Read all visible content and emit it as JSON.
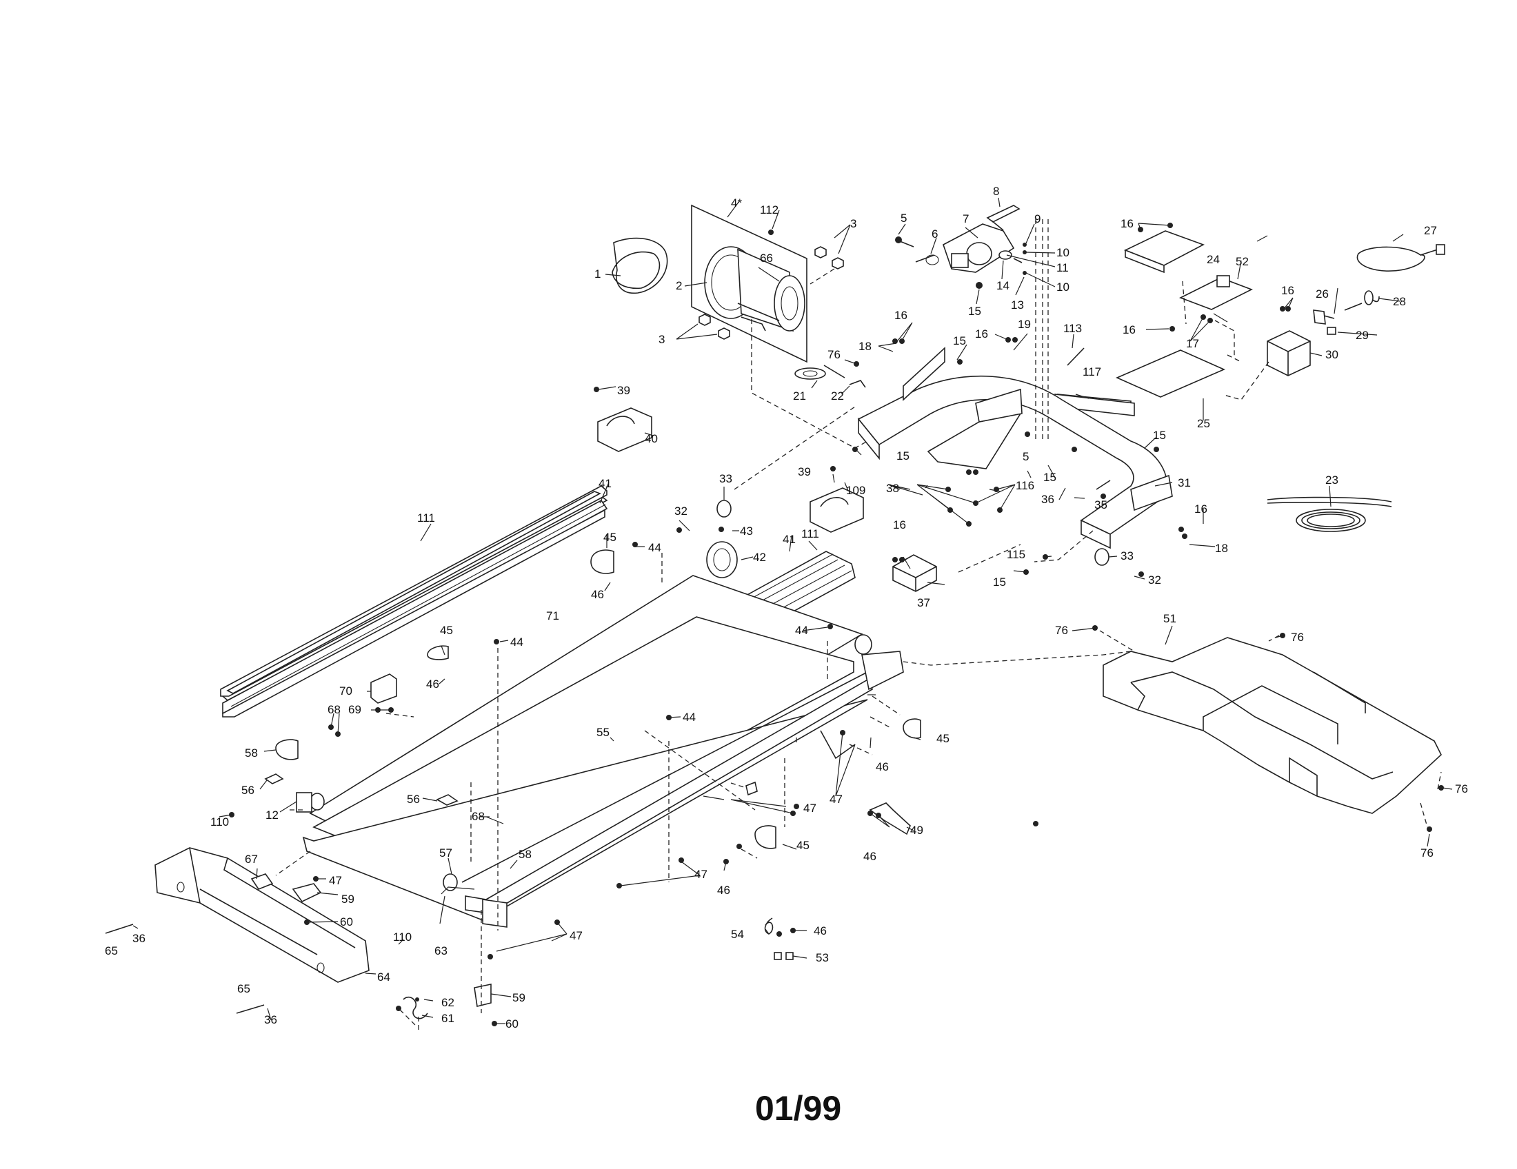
{
  "date_code": "01/99",
  "labels": {
    "p1": "1",
    "p2": "2",
    "p3a": "3",
    "p3b": "3",
    "p4": "4*",
    "p5a": "5",
    "p5b": "5",
    "p6": "6",
    "p7": "7",
    "p8": "8",
    "p9": "9",
    "p10a": "10",
    "p10b": "10",
    "p11": "11",
    "p12": "12",
    "p13": "13",
    "p14": "14",
    "p15a": "15",
    "p15b": "15",
    "p15c": "15",
    "p15d": "15",
    "p15e": "15",
    "p15f": "15",
    "p16a": "16",
    "p16b": "16",
    "p16c": "16",
    "p16d": "16",
    "p16e": "16",
    "p16f": "16",
    "p16g": "16",
    "p17": "17",
    "p18a": "18",
    "p18b": "18",
    "p19": "19",
    "p21": "21",
    "p22": "22",
    "p23": "23",
    "p24": "24",
    "p25": "25",
    "p26": "26",
    "p27": "27",
    "p28": "28",
    "p29": "29",
    "p30": "30",
    "p31": "31",
    "p32a": "32",
    "p32b": "32",
    "p33a": "33",
    "p33b": "33",
    "p35": "35",
    "p36a": "36",
    "p36b": "36",
    "p36c": "36",
    "p37": "37",
    "p38": "38",
    "p39a": "39",
    "p39b": "39",
    "p40": "40",
    "p41a": "41",
    "p41b": "41",
    "p42": "42",
    "p43": "43",
    "p44a": "44",
    "p44b": "44",
    "p44c": "44",
    "p44d": "44",
    "p45a": "45",
    "p45b": "45",
    "p45c": "45",
    "p45d": "45",
    "p46a": "46",
    "p46b": "46",
    "p46c": "46",
    "p46d": "46",
    "p46e": "46",
    "p46f": "46",
    "p47a": "47",
    "p47b": "47",
    "p47c": "47",
    "p47d": "47",
    "p47e": "47",
    "p49": "49",
    "p51": "51",
    "p52": "52",
    "p53": "53",
    "p54": "54",
    "p55": "55",
    "p56a": "56",
    "p56b": "56",
    "p57": "57",
    "p58a": "58",
    "p58b": "58",
    "p59a": "59",
    "p59b": "59",
    "p60a": "60",
    "p60b": "60",
    "p61": "61",
    "p62": "62",
    "p63": "63",
    "p64": "64",
    "p65a": "65",
    "p65b": "65",
    "p66": "66",
    "p67": "67",
    "p68a": "68",
    "p68b": "68",
    "p69": "69",
    "p70": "70",
    "p71": "71",
    "p76a": "76",
    "p76b": "76",
    "p76c": "76",
    "p76d": "76",
    "p76e": "76",
    "p109": "109",
    "p110a": "110",
    "p110b": "110",
    "p111a": "111",
    "p111b": "111",
    "p112": "112",
    "p113": "113",
    "p115": "115",
    "p116": "116",
    "p117": "117"
  }
}
